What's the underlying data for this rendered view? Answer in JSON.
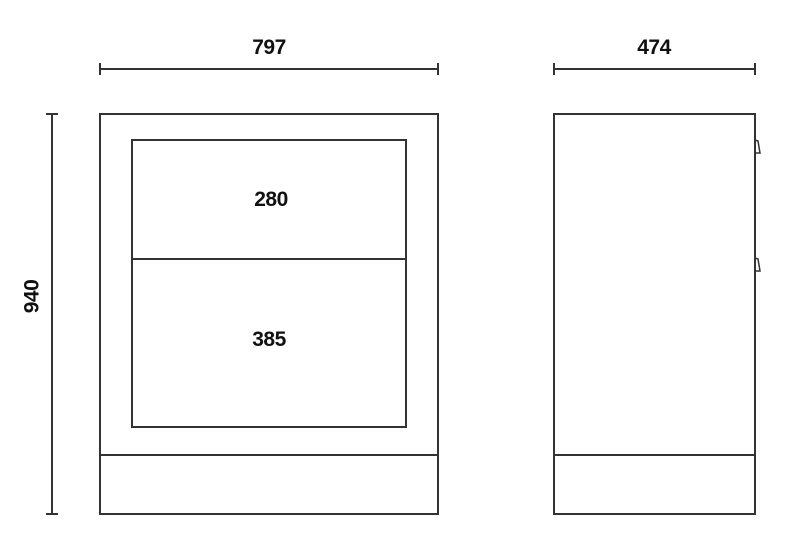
{
  "diagram": {
    "type": "technical-drawing",
    "subject": "cabinet with two drawers",
    "units": "mm",
    "line_color": "#333333",
    "text_color": "#111111",
    "dimensions": {
      "overall_width": "797",
      "overall_depth": "474",
      "overall_height": "940",
      "top_drawer_height": "280",
      "bottom_drawer_height": "385"
    },
    "views": [
      {
        "name": "front-view",
        "elements": [
          "outer-frame",
          "top-drawer",
          "bottom-drawer",
          "plinth"
        ]
      },
      {
        "name": "side-view",
        "elements": [
          "side-panel",
          "drawer-handle-top",
          "drawer-handle-bottom",
          "plinth"
        ]
      }
    ]
  }
}
